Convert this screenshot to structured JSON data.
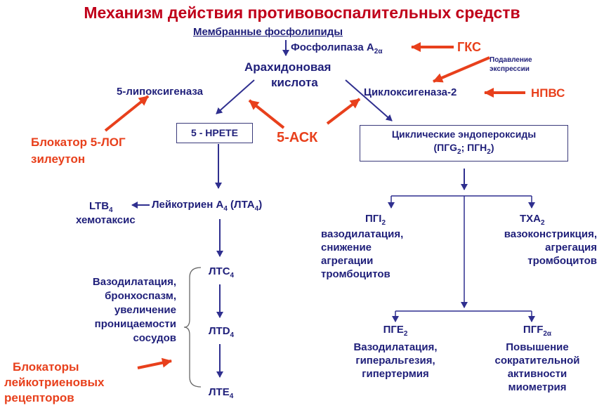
{
  "title": "Механизм действия противовоспалительных средств",
  "nodes": {
    "membrane": "Мембранные фосфолипиды",
    "pla2": "Фосфолипаза А",
    "pla2_sub": "2α",
    "gks": "ГКС",
    "suppression_1": "Подавление",
    "suppression_2": "экспрессии",
    "arachidonic_1": "Арахидоновая",
    "arachidonic_2": "кислота",
    "lipoxygenase": "5-липоксигеназа",
    "cox2": "Циклоксигеназа-2",
    "nsaid": "НПВС",
    "hpete": "5 - HPETE",
    "asa": "5-АСК",
    "blocker_5log_1": "Блокатор 5-ЛОГ",
    "blocker_5log_2": "зилеутон",
    "endoperoxides_1": "Циклические эндопероксиды",
    "endoperoxides_2a": "(ПГG",
    "endoperoxides_2b": "2",
    "endoperoxides_2c": "; ПГH",
    "endoperoxides_2d": "2",
    "endoperoxides_2e": ")",
    "ltb4": "LTB",
    "ltb4_sub": "4",
    "chemotaxis": "хемотаксис",
    "lta4_a": "Лейкотриен А",
    "lta4_b": "4",
    "lta4_c": " (ЛТА",
    "lta4_d": "4",
    "lta4_e": ")",
    "pgi2": "ПГI",
    "pgi2_sub": "2",
    "pgi2_effects": [
      "вазодилатация,",
      "снижение",
      "агрегации",
      "тромбоцитов"
    ],
    "txa2": "ТХА",
    "txa2_sub": "2",
    "txa2_effects": [
      "вазоконстрикция,",
      "агрегация",
      "тромбоцитов"
    ],
    "ltc4": "ЛТС",
    "ltc4_sub": "4",
    "ltd4": "ЛТD",
    "ltd4_sub": "4",
    "lte4": "ЛТЕ",
    "lte4_sub": "4",
    "lt_effects": [
      "Вазодилатация,",
      "бронхоспазм,",
      "увеличение",
      "проницаемости",
      "сосудов"
    ],
    "blockers_lt": [
      "Блокаторы",
      "лейкотриеновых",
      "рецепторов"
    ],
    "pge2": "ПГЕ",
    "pge2_sub": "2",
    "pge2_effects": [
      "Вазодилатация,",
      "гиперальгезия,",
      "гипертермия"
    ],
    "pgf2a": "ПГF",
    "pgf2a_sub": "2α",
    "pgf2a_effects": [
      "Повышение",
      "сократительной",
      "активности",
      "миометрия"
    ]
  },
  "colors": {
    "title": "#c0001a",
    "node_text": "#1f1f7a",
    "arrow_blue": "#2f2f8f",
    "arrow_red": "#e8401c",
    "label_red": "#e8401c"
  }
}
